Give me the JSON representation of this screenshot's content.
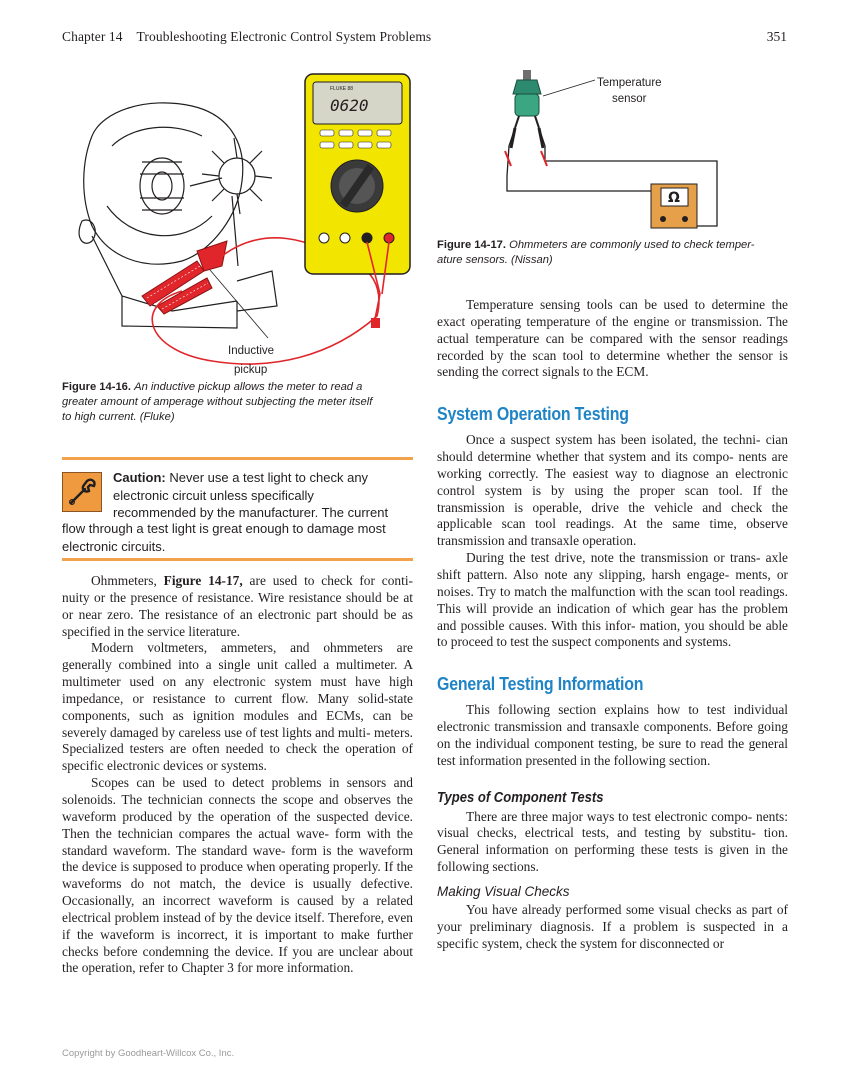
{
  "header": {
    "chapter": "Chapter 14",
    "title": "Troubleshooting Electronic Control System Problems",
    "page_number": "351"
  },
  "figure_16": {
    "meter_display": "0620",
    "meter_brand": "FLUKE 88",
    "callout": "Inductive pickup",
    "callout_line1": "Inductive",
    "callout_line2": "pickup",
    "caption_num": "Figure 14-16.",
    "caption_text": "An inductive pickup allows the meter to read a greater amount of amperage without subjecting the meter itself to high current. (Fluke)",
    "caption_line1": "An inductive pickup allows the meter to read a",
    "caption_line2": "greater amount of amperage without subjecting the meter itself",
    "caption_line3": "to high current. (Fluke)"
  },
  "figure_17": {
    "callout_line1": "Temperature",
    "callout_line2": "sensor",
    "meter_symbol": "Ω",
    "caption_num": "Figure 14-17.",
    "caption_line1": "Ohmmeters are commonly used to check temper-",
    "caption_line2": "ature sensors. (Nissan)"
  },
  "caution": {
    "label": "Caution:",
    "line1": "Never use a test light to check any",
    "line2": "electronic circuit unless specifically",
    "line3": "recommended by the manufacturer. The current",
    "line4": "flow through a test light is great enough to damage most",
    "line5": "electronic circuits."
  },
  "left_column": {
    "p1": "Ohmmeters, Figure 14-17, are used to check for continuity or the presence of resistance. Wire resistance should be at or near zero. The resistance of an electronic part should be as specified in the service literature.",
    "p1_lead": "Ohmmeters, ",
    "p1_ref": "Figure 14-17,",
    "p1_rest": " are used to check for conti- nuity or the presence of resistance. Wire resistance should be at or near zero. The resistance of an electronic part should be as specified in the service literature.",
    "p2": "Modern voltmeters, ammeters, and ohmmeters are generally combined into a single unit called a multimeter. A multimeter used on any electronic system must have high impedance, or resistance to current flow. Many solid-state components, such as ignition modules and ECMs, can be severely damaged by careless use of test lights and multi- meters. Specialized testers are often needed to check the operation of specific electronic devices or systems.",
    "p3": "Scopes can be used to detect problems in sensors and solenoids. The technician connects the scope and observes the waveform produced by the operation of the suspected device. Then the technician compares the actual wave- form with the standard waveform. The standard wave- form is the waveform the device is supposed to produce when operating properly. If the waveforms do not match, the device is usually defective. Occasionally, an incorrect waveform is caused by a related electrical problem instead of by the device itself. Therefore, even if the waveform is incorrect, it is important to make further checks before condemning the device. If you are unclear about the operation, refer to Chapter 3 for more information."
  },
  "right_column": {
    "p_intro": "Temperature sensing tools can be used to determine the exact operating temperature of the engine or transmission. The actual temperature can be compared with the sensor readings recorded by the scan tool to determine whether the sensor is sending the correct signals to the ECM.",
    "h_system": "System Operation Testing",
    "p_sys1": "Once a suspect system has been isolated, the techni- cian should determine whether that system and its compo- nents are working correctly. The easiest way to diagnose an electronic control system is by using the proper scan tool. If the transmission is operable, drive the vehicle and check the applicable scan tool readings. At the same time, observe transmission and transaxle operation.",
    "p_sys2": "During the test drive, note the transmission or trans- axle shift pattern. Also note any slipping, harsh engage- ments, or noises. Try to match the malfunction with the scan tool readings. This will provide an indication of which gear has the problem and possible causes. With this infor- mation, you should be able to proceed to test the suspect components and systems.",
    "h_general": "General Testing Information",
    "p_gen": "This following section explains how to test individual electronic transmission and transaxle components. Before going on the individual component testing, be sure to read the general test information presented in the following section.",
    "h_types": "Types of Component Tests",
    "p_types": "There are three major ways to test electronic compo- nents: visual checks, electrical tests, and testing by substitu- tion. General information on performing these tests is given in the following sections.",
    "h_visual": "Making Visual Checks",
    "p_visual": "You have already performed some visual checks as part of your preliminary diagnosis. If a problem is suspected in a specific system, check the system for disconnected or"
  },
  "footer": {
    "copyright": "Copyright by Goodheart-Willcox Co., Inc."
  },
  "colors": {
    "heading_blue": "#1f84c6",
    "caution_orange": "#f2a24a",
    "meter_yellow": "#f2e600",
    "lead_red": "#e0262a"
  }
}
